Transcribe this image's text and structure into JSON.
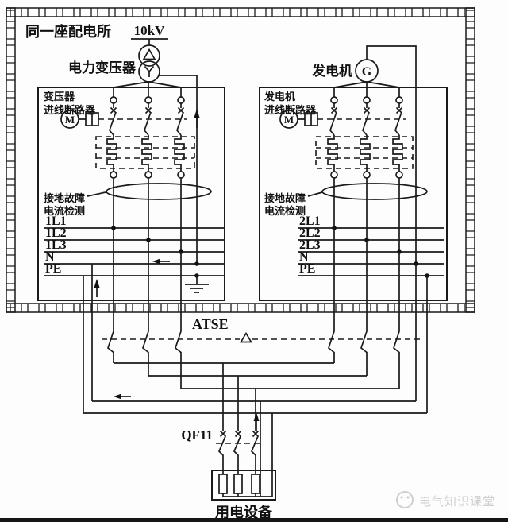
{
  "site_label": "同一座配电所",
  "transformer": {
    "voltage": "10kV",
    "label": "电力变压器"
  },
  "generator": {
    "label": "发电机",
    "letter": "G"
  },
  "left_panel": {
    "breaker_label_line1": "变压器",
    "breaker_label_line2": "进线断路器",
    "motor_letter": "M",
    "gfd_line1": "接地故障",
    "gfd_line2": "电流检测",
    "bus_labels": [
      "1L1",
      "1L2",
      "1L3",
      "N",
      "PE"
    ]
  },
  "right_panel": {
    "breaker_label_line1": "发电机",
    "breaker_label_line2": "进线断路器",
    "motor_letter": "M",
    "gfd_line1": "接地故障",
    "gfd_line2": "电流检测",
    "bus_labels": [
      "2L1",
      "2L2",
      "2L3",
      "N",
      "PE"
    ]
  },
  "atse": {
    "label": "ATSE"
  },
  "qf11": {
    "label": "QF11"
  },
  "load": {
    "label": "用电设备"
  },
  "watermark": {
    "text": "电气知识课堂"
  },
  "colors": {
    "line": "#1a1a1a",
    "watermark": "#cfcfcf",
    "background": "#ffffff",
    "bottom_bar": "#161616"
  }
}
